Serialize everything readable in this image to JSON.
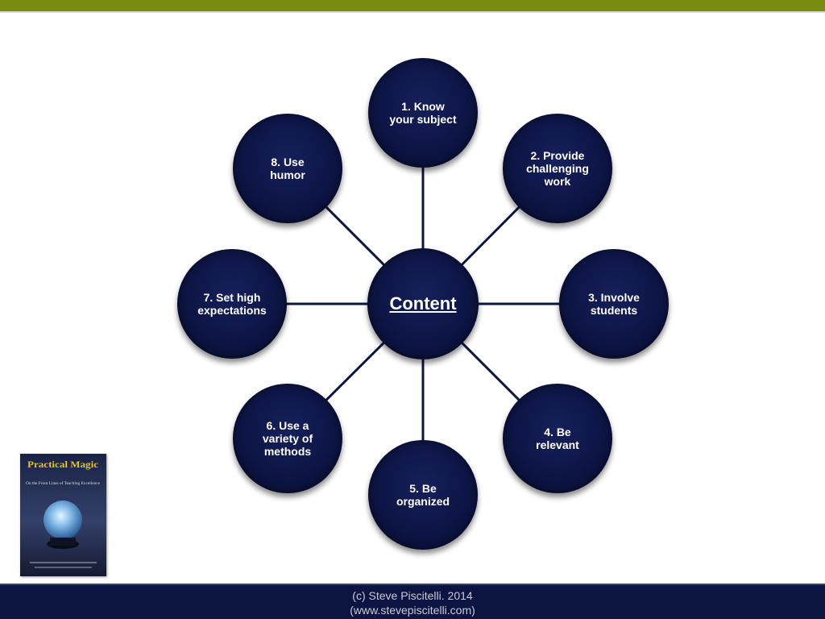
{
  "diagram": {
    "center": {
      "label": "Content"
    },
    "nodes": [
      {
        "id": "1",
        "label": "1. Know\nyour subject"
      },
      {
        "id": "2",
        "label": "2. Provide\nchallenging\nwork"
      },
      {
        "id": "3",
        "label": "3. Involve\nstudents"
      },
      {
        "id": "4",
        "label": "4. Be\nrelevant"
      },
      {
        "id": "5",
        "label": "5. Be\norganized"
      },
      {
        "id": "6",
        "label": "6. Use a\nvariety of\nmethods"
      },
      {
        "id": "7",
        "label": "7. Set high\nexpectations"
      },
      {
        "id": "8",
        "label": "8. Use\nhumor"
      }
    ]
  },
  "book_cover": {
    "title": "Practical Magic",
    "subtitle": "On the Front Lines of Teaching Excellence"
  },
  "footer": {
    "line1": "(c) Steve Piscitelli. 2014",
    "line2": "(www.stevepiscitelli.com)"
  },
  "colors": {
    "top_bar": "#7a8c0e",
    "node_fill": "#0d1545",
    "footer_bg": "#0c1442",
    "book_title": "#e8c21a"
  }
}
